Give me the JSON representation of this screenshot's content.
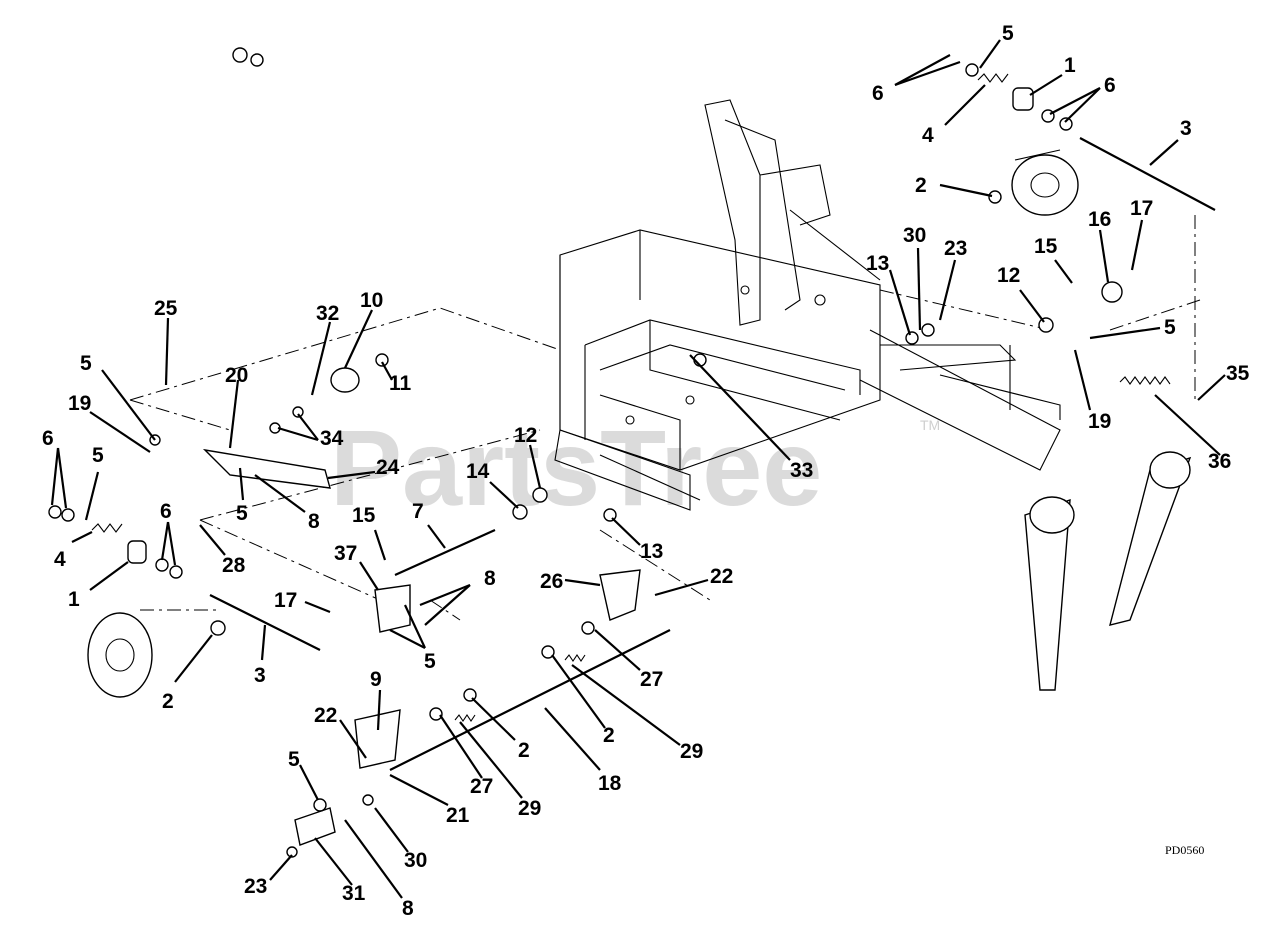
{
  "watermark": {
    "text": "PartsTree",
    "trademark": "TM"
  },
  "diagram_code": "PD0560",
  "callouts": {
    "c5a": "5",
    "c6a": "6",
    "c1a": "1",
    "c6b": "6",
    "c4a": "4",
    "c3a": "3",
    "c2a": "2",
    "c17a": "17",
    "c16a": "16",
    "c30a": "30",
    "c23a": "23",
    "c13a": "13",
    "c15a": "15",
    "c12a": "12",
    "c5b": "5",
    "c35": "35",
    "c19a": "19",
    "c36": "36",
    "c25": "25",
    "c32": "32",
    "c10": "10",
    "c20": "20",
    "c5c": "5",
    "c11": "11",
    "c19b": "19",
    "c34": "34",
    "c6c": "6",
    "c5d": "5",
    "c24": "24",
    "c33": "33",
    "c12b": "12",
    "c14": "14",
    "c5e": "5",
    "c8a": "8",
    "c15b": "15",
    "c7": "7",
    "c4b": "4",
    "c6d": "6",
    "c28": "28",
    "c13b": "13",
    "c1b": "1",
    "c37": "37",
    "c26": "26",
    "c22a": "22",
    "c8b": "8",
    "c17b": "17",
    "c3b": "3",
    "c5f": "5",
    "c2b": "2",
    "c27a": "27",
    "c9": "9",
    "c22b": "22",
    "c2c": "2",
    "c2d": "2",
    "c29a": "29",
    "c5g": "5",
    "c27b": "27",
    "c29b": "29",
    "c18": "18",
    "c21": "21",
    "c30b": "30",
    "c23b": "23",
    "c31": "31",
    "c8c": "8"
  }
}
